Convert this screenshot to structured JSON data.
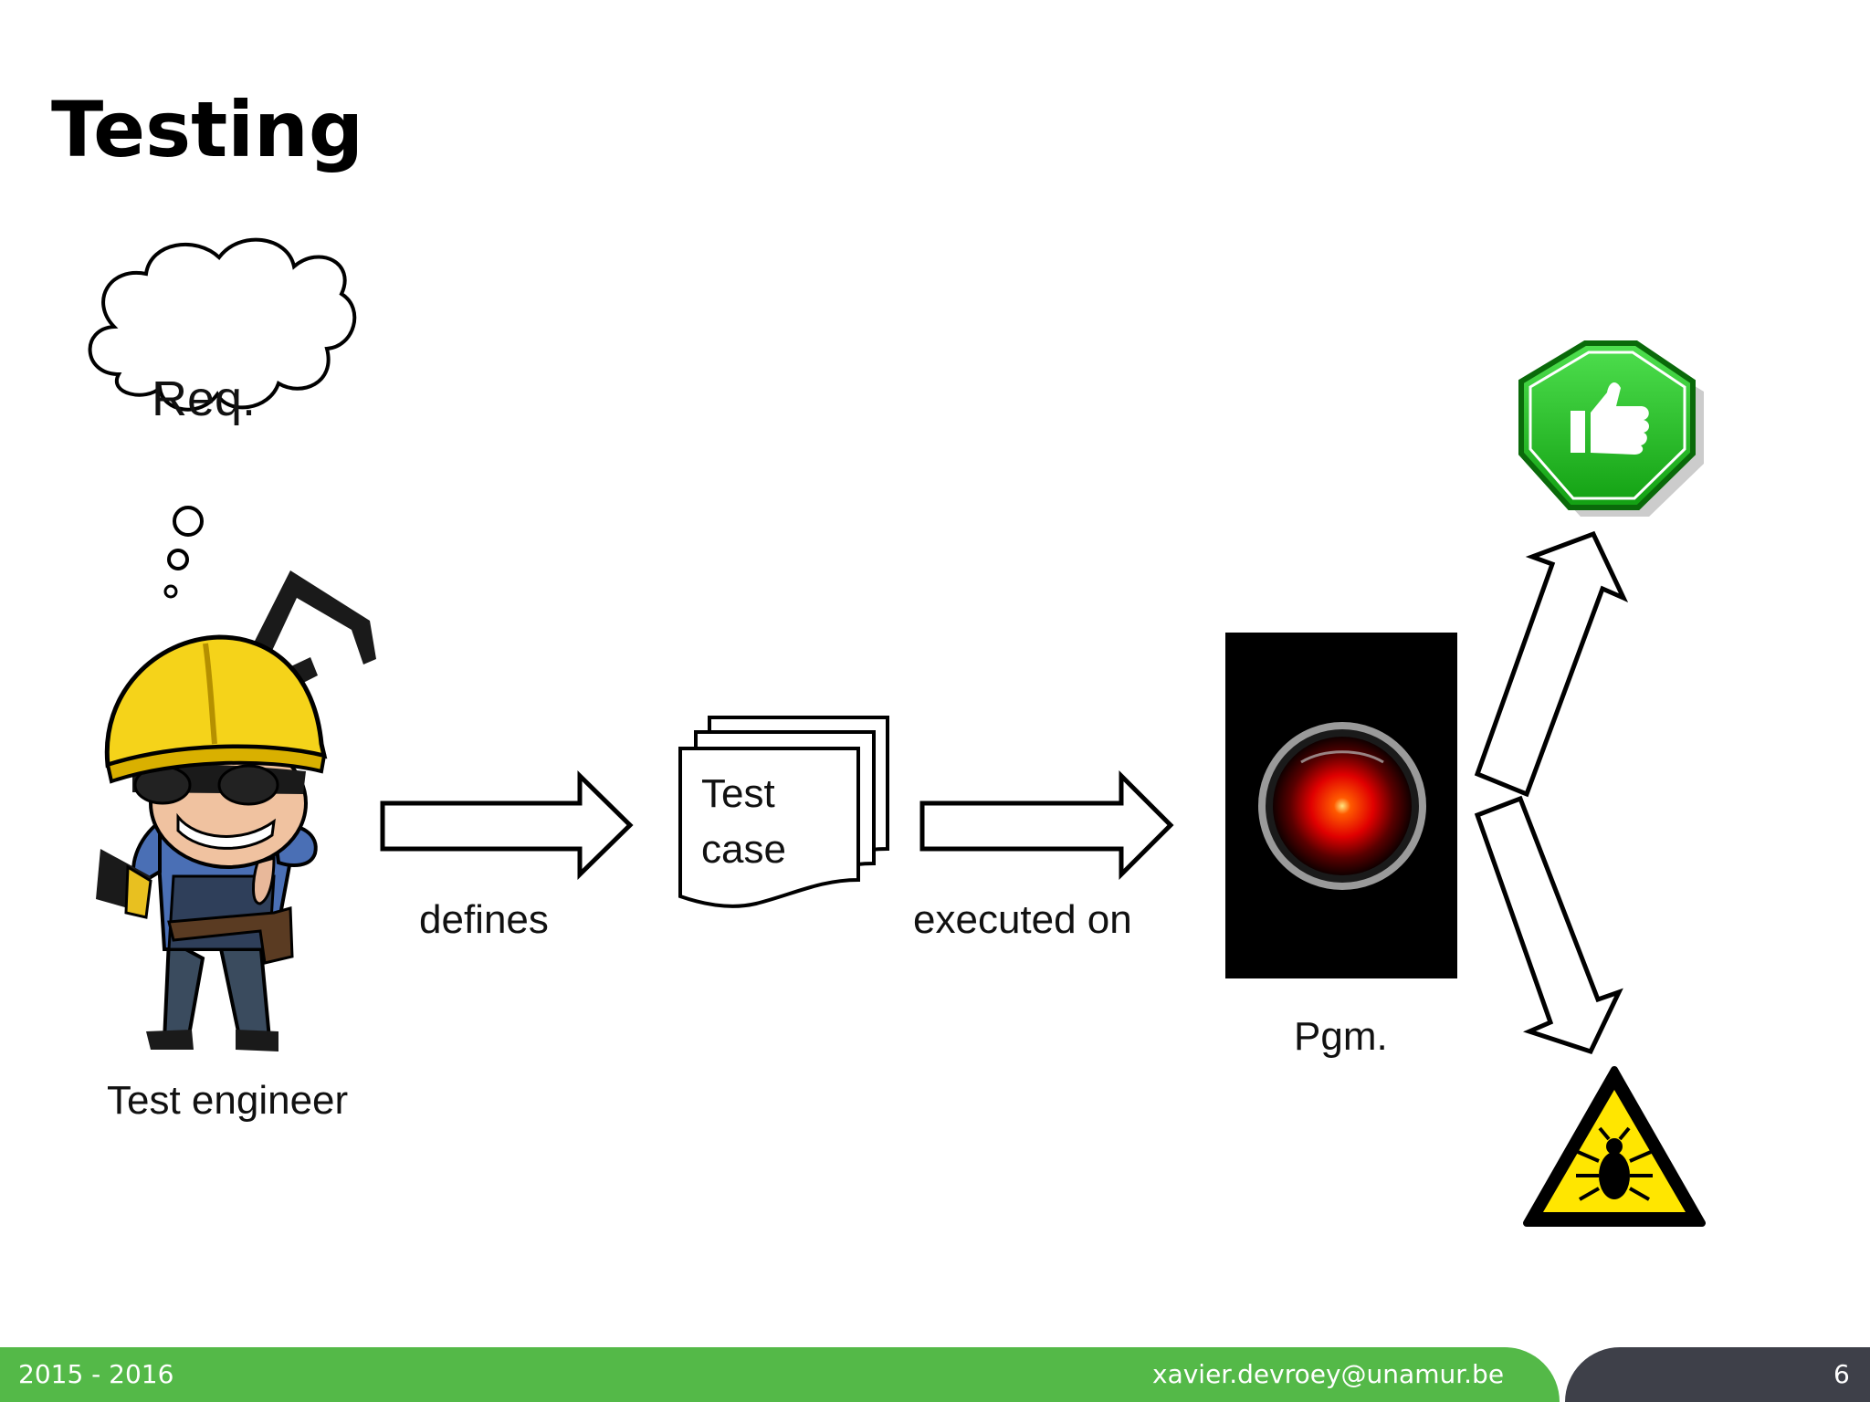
{
  "slide": {
    "title": "Testing"
  },
  "diagram": {
    "thought_bubble_text": "Req.",
    "engineer_label": "Test engineer",
    "defines_label": "defines",
    "test_case_line1": "Test",
    "test_case_line2": "case",
    "executed_on_label": "executed on",
    "program_label": "Pgm.",
    "pass_icon": "thumbs-up-octagon-icon",
    "fail_icon": "bug-warning-triangle-icon",
    "colors": {
      "pass_green": "#2db82d",
      "warning_yellow": "#ffe600",
      "hal_red": "#ff1a00"
    }
  },
  "footer": {
    "years": "2015 - 2016",
    "email": "xavier.devroey@unamur.be",
    "page_number": "6",
    "colors": {
      "green": "#54b948",
      "dark": "#3e4049"
    }
  }
}
